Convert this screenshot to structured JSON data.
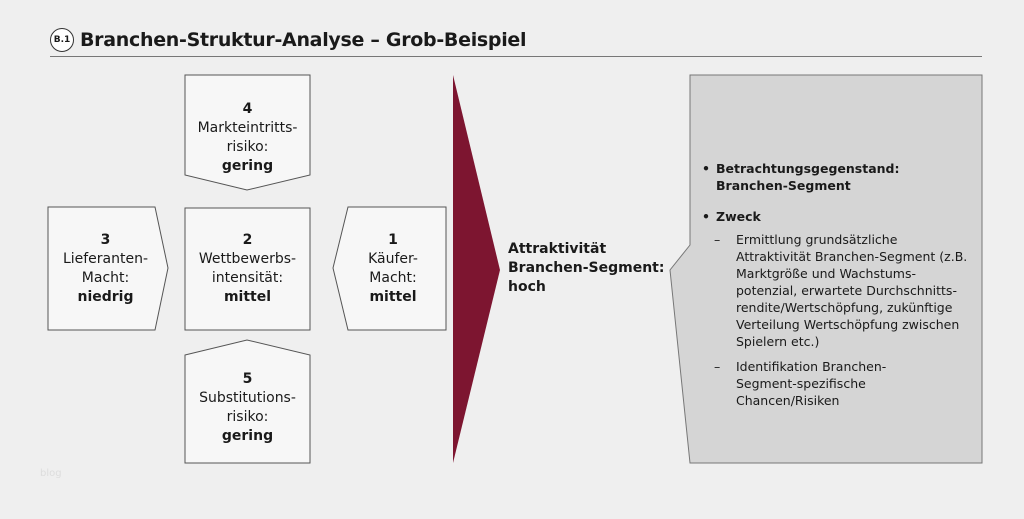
{
  "header": {
    "badge": "B.1",
    "title": "Branchen-Struktur-Analyse – Grob-Beispiel"
  },
  "forces": [
    {
      "id": "4",
      "lines": [
        "Markteintritts-",
        "risiko:"
      ],
      "value": "gering"
    },
    {
      "id": "3",
      "lines": [
        "Lieferanten-",
        "Macht:"
      ],
      "value": "niedrig"
    },
    {
      "id": "2",
      "lines": [
        "Wettbewerbs-",
        "intensität:"
      ],
      "value": "mittel"
    },
    {
      "id": "1",
      "lines": [
        "Käufer-",
        "Macht:"
      ],
      "value": "mittel"
    },
    {
      "id": "5",
      "lines": [
        "Substitutions-",
        "risiko:"
      ],
      "value": "gering"
    }
  ],
  "result": {
    "line1": "Attraktivität",
    "line2": "Branchen-Segment:",
    "line3": "hoch"
  },
  "info": {
    "b1": "Betrachtungsgegenstand: Branchen-Segment",
    "b2": "Zweck",
    "s1": "Ermittlung grundsätzliche Attraktivität Branchen-Segment (z.B. Marktgröße und Wachstums-potenzial, erwartete Durchschnitts-rendite/Wertschöpfung, zukünftige Verteilung Wertschöpfung zwischen Spielern etc.)",
    "s2": "Identifikation Branchen-Segment-spezifische Chancen/Risiken"
  },
  "colors": {
    "arrow": "#7d1530",
    "box": "#f7f7f7",
    "panel": "#d5d5d5"
  },
  "watermark": "blog"
}
